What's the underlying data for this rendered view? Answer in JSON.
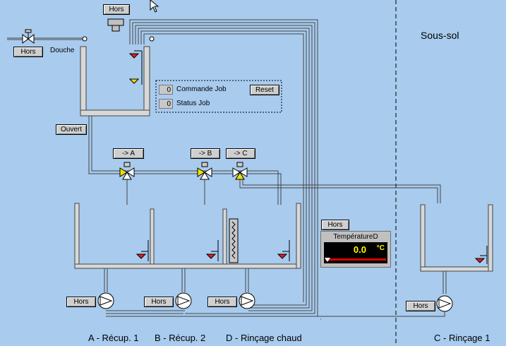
{
  "header": {
    "location": "Sous-sol"
  },
  "buttons": {
    "top_hors": "Hors",
    "douche_hors": "Hors",
    "ouvert": "Ouvert",
    "to_a": "-> A",
    "to_b": "-> B",
    "to_c": "-> C",
    "reset": "Reset",
    "temp_hors": "Hors",
    "pump1_hors": "Hors",
    "pump2_hors": "Hors",
    "pump3_hors": "Hors",
    "pump4_hors": "Hors"
  },
  "labels": {
    "douche": "Douche",
    "commande_job": "Commande Job",
    "status_job": "Status Job"
  },
  "values": {
    "commande_job": "0",
    "status_job": "0"
  },
  "temperature": {
    "title": "TempératureD",
    "value": "0.0",
    "unit": "°C"
  },
  "tanks": {
    "a": "A - Récup. 1",
    "b": "B - Récup. 2",
    "d": "D - Rinçage chaud",
    "c": "C - Rinçage 1"
  },
  "colors": {
    "background": "#a8cbee",
    "pipe_fill": "#d8d8d8",
    "level_red": "#e02020",
    "level_yellow": "#f0e000",
    "display_text": "#ffff00"
  }
}
